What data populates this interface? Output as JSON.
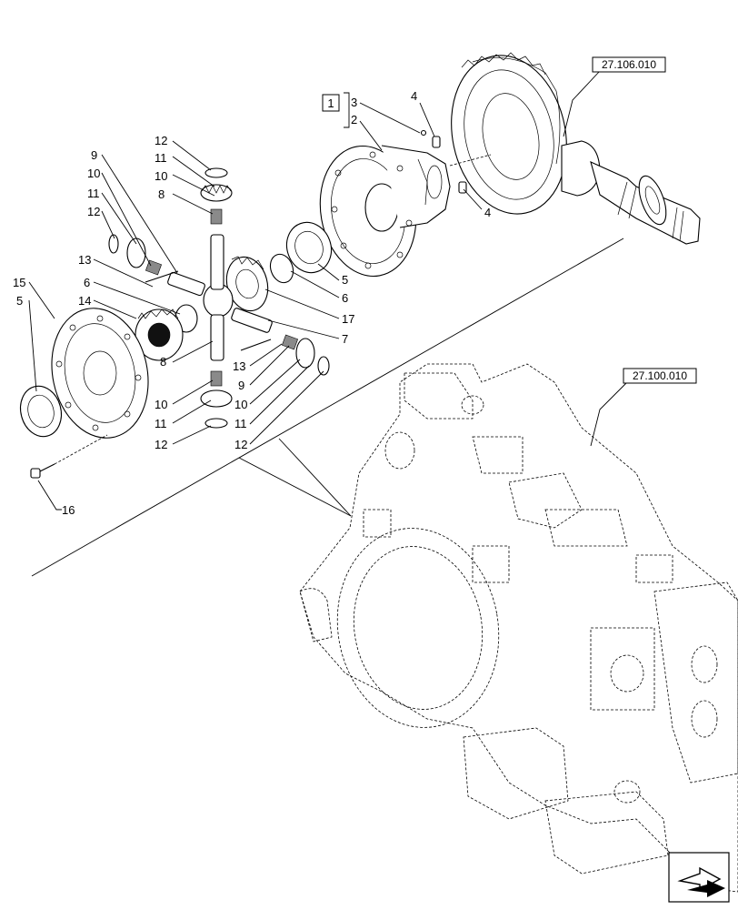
{
  "references": {
    "crown_gear_ref": "27.106.010",
    "housing_ref": "27.100.010"
  },
  "kit_box": "1",
  "callouts": {
    "c2": "2",
    "c3": "3",
    "c4a": "4",
    "c4b": "4",
    "c5a": "5",
    "c5b": "5",
    "c6a": "6",
    "c6b": "6",
    "c7": "7",
    "c8a": "8",
    "c8b": "8",
    "c9a": "9",
    "c9b": "9",
    "c10a": "10",
    "c10b": "10",
    "c10c": "10",
    "c10d": "10",
    "c11a": "11",
    "c11b": "11",
    "c11c": "11",
    "c11d": "11",
    "c12a": "12",
    "c12b": "12",
    "c12c": "12",
    "c12d": "12",
    "c13a": "13",
    "c13b": "13",
    "c14": "14",
    "c15": "15",
    "c16": "16",
    "c17": "17"
  },
  "icons": {
    "nav": "next-page-arrow-icon"
  }
}
